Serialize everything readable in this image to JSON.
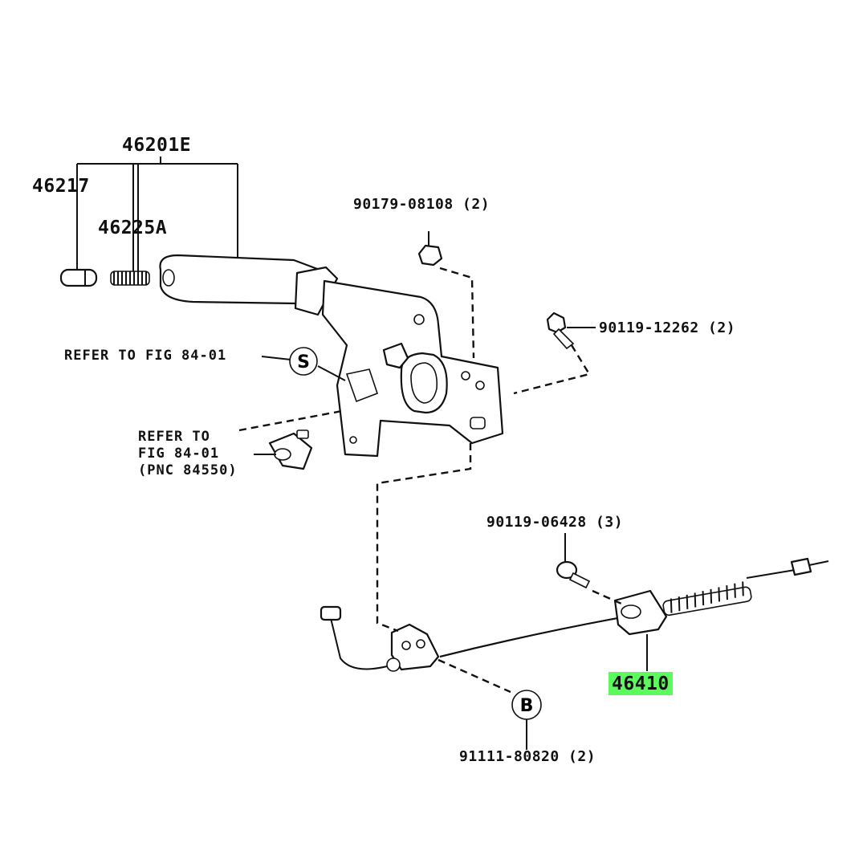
{
  "labels": {
    "p46201e": "46201E",
    "p46217": "46217",
    "p46225a": "46225A",
    "p90179": "90179-08108 (2)",
    "p90119a": "90119-12262 (2)",
    "ref1": "REFER TO FIG 84-01",
    "ref2_line1": "REFER TO",
    "ref2_line2": "FIG 84-01",
    "ref2_line3": "(PNC 84550)",
    "p90119b": "90119-06428 (3)",
    "p46410": "46410",
    "p91111": "91111-80820 (2)"
  },
  "markers": {
    "s": "S",
    "b": "B"
  },
  "colors": {
    "highlight": "#5dfa5d",
    "ink": "#111111"
  }
}
